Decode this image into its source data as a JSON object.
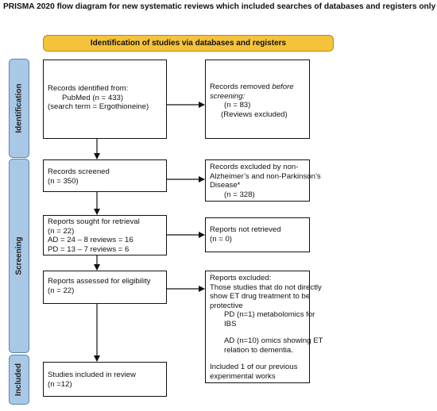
{
  "title": "PRISMA 2020 flow diagram for new systematic reviews which included searches of databases and registers only",
  "banner": "Identification of studies via databases and registers",
  "phases": {
    "identification": "Identification",
    "screening": "Screening",
    "included": "Included"
  },
  "boxes": {
    "records_identified": {
      "line1": "Records identified from:",
      "line2": "PubMed (n = 433)",
      "line3": "(search term = Ergothioneine)"
    },
    "records_removed": {
      "line1_a": "Records removed ",
      "line1_b": "before",
      "line2": "screening:",
      "line3": "(n = 83)",
      "line4": "(Reviews excluded)"
    },
    "records_screened": {
      "line1": "Records screened",
      "line2": "(n = 350)"
    },
    "records_excluded": {
      "line1": "Records excluded by non-",
      "line2": "Alzheimer’s and non-Parkinson’s",
      "line3": "Disease*",
      "line4": "(n = 328)"
    },
    "reports_sought": {
      "line1": "Reports sought for retrieval",
      "line2": "(n = 22)",
      "line3": "AD = 24 – 8 reviews = 16",
      "line4": "PD = 13 – 7 reviews = 6"
    },
    "reports_not_retrieved": {
      "line1": "Reports not retrieved",
      "line2": "(n = 0)"
    },
    "reports_assessed": {
      "line1": "Reports assessed for eligibility",
      "line2": "(n = 22)"
    },
    "reports_excluded": {
      "line1": "Reports excluded:",
      "line2": "Those studies that do not directly",
      "line3": "show ET drug treatment to be",
      "line4": "protective",
      "line5": "PD (n=1) metabolomics for",
      "line6": "IBS",
      "line7": "AD (n=10) omics showing ET",
      "line8": "relation to dementia.",
      "line9": "Included 1 of our previous",
      "line10": "experimental works"
    },
    "studies_included": {
      "line1": "Studies included in review",
      "line2": "(n =12)"
    }
  },
  "colors": {
    "banner_fill": "#f5c33b",
    "phase_fill": "#a9c8e6",
    "line": "#111111"
  }
}
